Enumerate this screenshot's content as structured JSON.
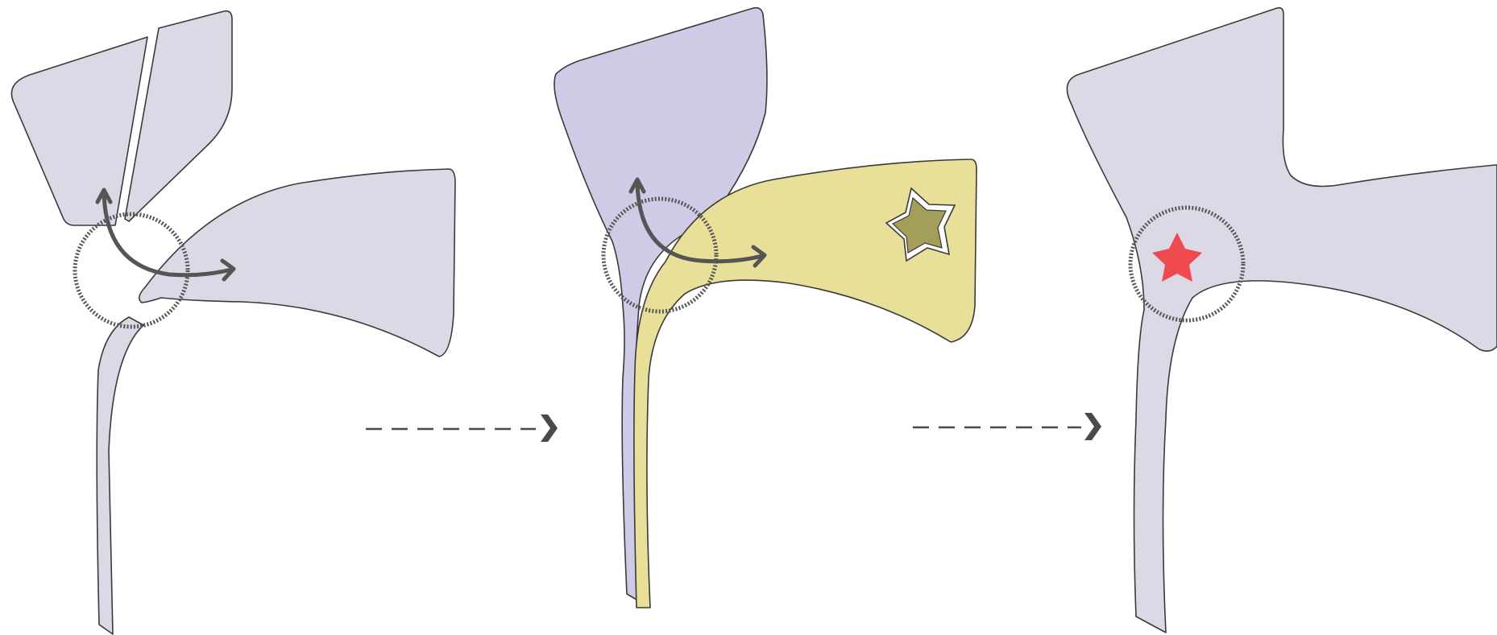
{
  "diagram": {
    "panels": [
      {
        "id": "stage-1",
        "shape_color": "#dcd8e6"
      },
      {
        "id": "stage-2",
        "shape_colors": [
          "#cfcbe6",
          "#e8df98"
        ],
        "star_fill": "#a39e5a"
      },
      {
        "id": "stage-3",
        "shape_color": "#dcd8e6",
        "star_fill": "#ee4a4f"
      }
    ],
    "connector_color": "#4a4a4a",
    "arrow_color": "#555555",
    "circle_style": "dashed"
  }
}
